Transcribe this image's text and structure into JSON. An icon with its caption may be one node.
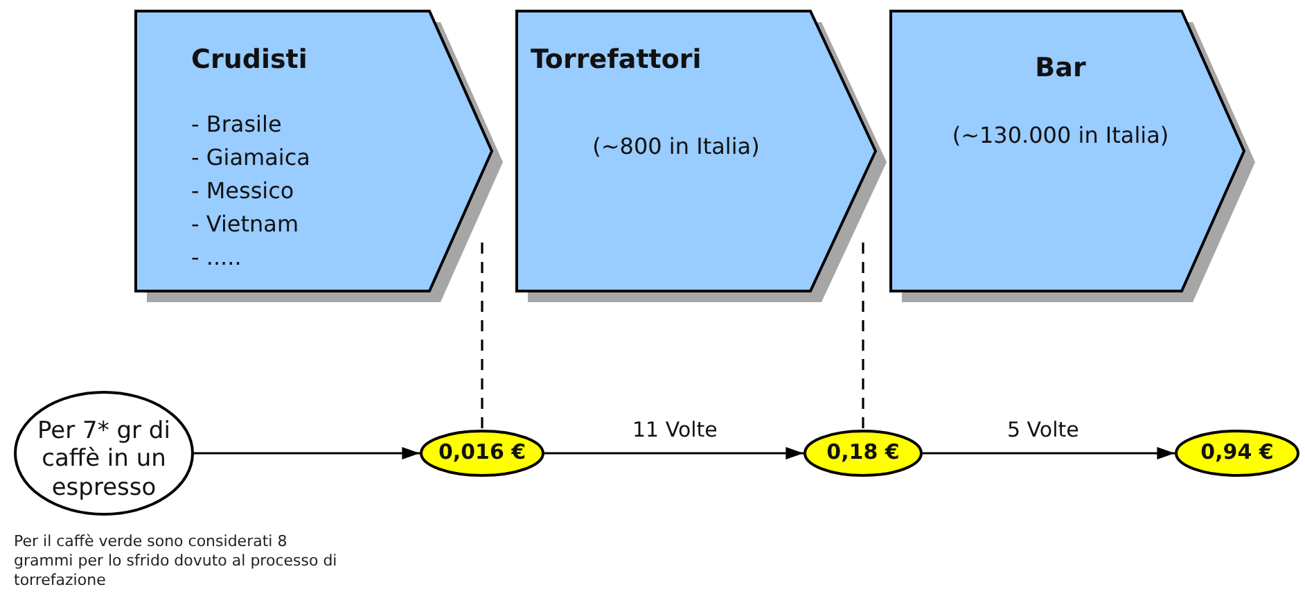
{
  "diagram": {
    "nodes": [
      {
        "text": [
          "Crudisti",
          "- Brasile",
          "- Giamaica",
          "- Messico",
          "- Vietnam",
          "- ....."
        ]
      },
      {
        "text": [
          "Torrefattori",
          "(~800 in Italia)"
        ]
      },
      {
        "text": [
          "Bar",
          "(~130.000 in Italia)"
        ]
      },
      {
        "text": [
          "Per 7* gr di caffè in un espresso"
        ],
        "beside": [
          "Per il caffè verde sono considerati 8 grammi per lo sfrido dovuto al processo di torrefazione"
        ]
      },
      {
        "text": [
          "0,016 €"
        ]
      },
      {
        "text": [
          "0,18 €"
        ]
      },
      {
        "text": [
          "0,94 €"
        ]
      }
    ],
    "edges": [
      {
        "from": 3,
        "to": 4,
        "arrow": "to"
      },
      {
        "from": 4,
        "to": 5,
        "arrow": "to",
        "label": "11 Volte"
      },
      {
        "from": 5,
        "to": 6,
        "arrow": "to",
        "label": "5 Volte"
      },
      {
        "from": 0,
        "to": 4,
        "arrow": "none",
        "style": "dashed"
      },
      {
        "from": 1,
        "to": 5,
        "arrow": "none",
        "style": "dashed"
      }
    ]
  }
}
